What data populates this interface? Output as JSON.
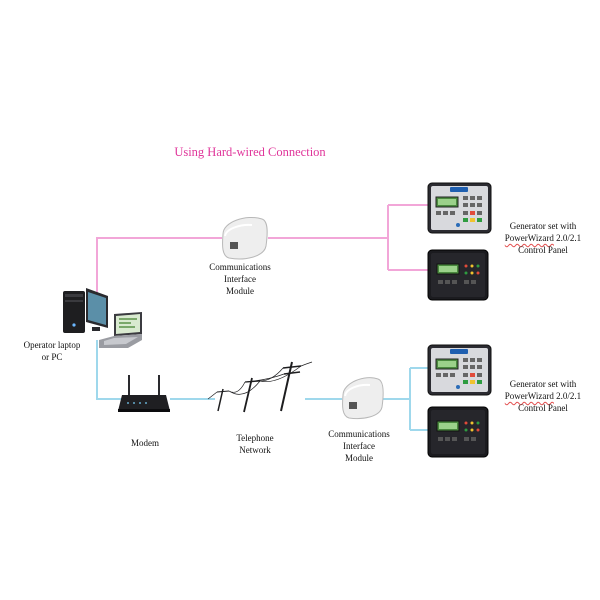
{
  "title": "Using Hard-wired Connection",
  "labels": {
    "operator_line1": "Operator laptop",
    "operator_line2": "or PC",
    "cim_top_line1": "Communications",
    "cim_top_line2": "Interface",
    "cim_top_line3": "Module",
    "modem": "Modem",
    "telephone_line1": "Telephone",
    "telephone_line2": "Network",
    "cim_bottom_line1": "Communications",
    "cim_bottom_line2": "Interface",
    "cim_bottom_line3": "Module",
    "gen_top_line1": "Generator set with",
    "gen_top_line2_a": "PowerWizard",
    "gen_top_line2_b": " 2.0/2.1",
    "gen_top_line3": "Control Panel",
    "gen_bottom_line1": "Generator set with",
    "gen_bottom_line2_a": "PowerWizard",
    "gen_bottom_line2_b": " 2.0/2.1",
    "gen_bottom_line3": "Control Panel"
  },
  "colors": {
    "title": "#e0359a",
    "hardwired_line": "#f2a6d8",
    "phone_line": "#9fd8ec"
  },
  "icons": [
    "computer-tower-icon",
    "laptop-icon",
    "cim-module-icon",
    "modem-icon",
    "telephone-pole-icon",
    "control-panel-icon"
  ]
}
